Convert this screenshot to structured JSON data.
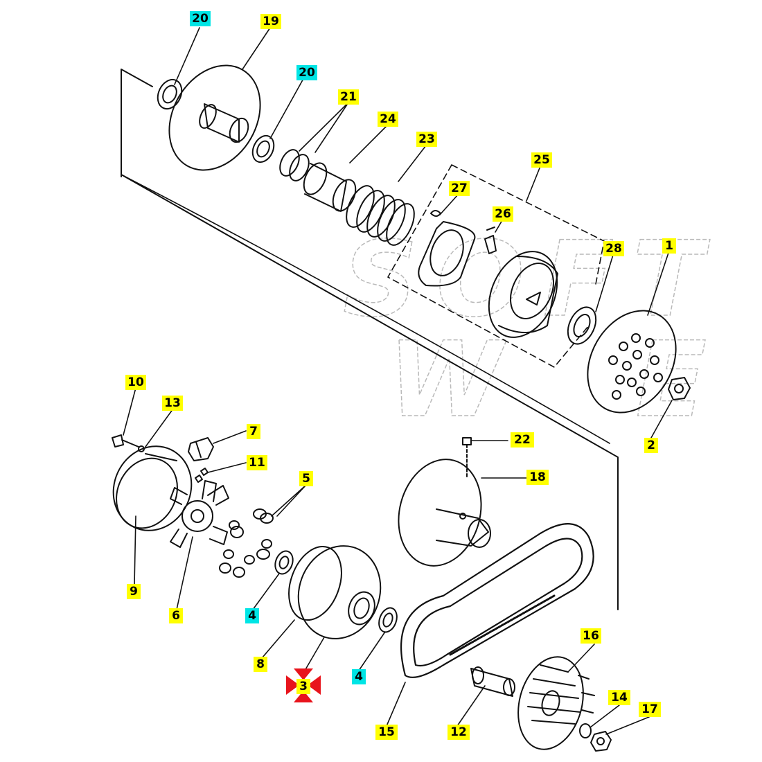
{
  "diagram": {
    "colors": {
      "yellow": "#ffff00",
      "cyan": "#00e5e5",
      "selection_marker": "#e8141c",
      "line": "#111111",
      "watermark": "#b9b9b9"
    },
    "selected_callout": "3",
    "callouts": {
      "c20a": "20",
      "c19": "19",
      "c20b": "20",
      "c21": "21",
      "c24": "24",
      "c23": "23",
      "c25": "25",
      "c27": "27",
      "c26": "26",
      "c28": "28",
      "c1": "1",
      "c2": "2",
      "c10": "10",
      "c13": "13",
      "c7": "7",
      "c11": "11",
      "c5": "5",
      "c22": "22",
      "c18": "18",
      "c9": "9",
      "c6": "6",
      "c4a": "4",
      "c4b": "4",
      "c8": "8",
      "c3": "3",
      "c16": "16",
      "c14": "14",
      "c17": "17",
      "c15": "15",
      "c12": "12"
    }
  }
}
